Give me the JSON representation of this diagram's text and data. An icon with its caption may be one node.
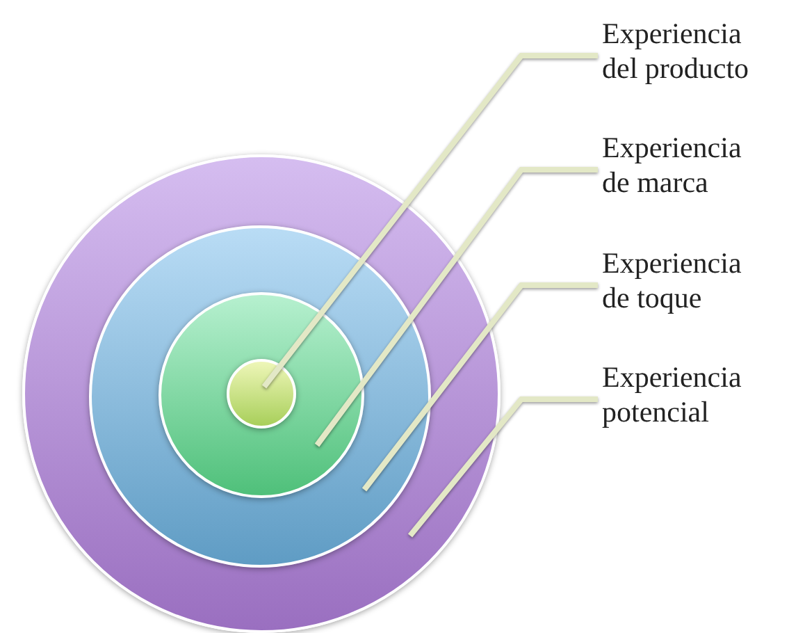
{
  "diagram": {
    "nodes": [
      {
        "text": [],
        "shape": "circle"
      },
      {
        "text": [],
        "shape": "circle",
        "in": 0
      },
      {
        "text": [],
        "shape": "circle",
        "in": 1
      },
      {
        "text": [],
        "shape": "circle",
        "in": 2
      },
      {
        "text": [
          "Experiencia del producto"
        ]
      },
      {
        "text": [
          "Experiencia de marca"
        ]
      },
      {
        "text": [
          "Experiencia de toque"
        ]
      },
      {
        "text": [
          "Experiencia potencial"
        ]
      }
    ],
    "edges": [
      {
        "from": 4,
        "to": 3,
        "arrow": "none"
      },
      {
        "from": 5,
        "to": 2,
        "arrow": "none"
      },
      {
        "from": 6,
        "to": 1,
        "arrow": "none"
      },
      {
        "from": 7,
        "to": 0,
        "arrow": "none"
      }
    ]
  }
}
